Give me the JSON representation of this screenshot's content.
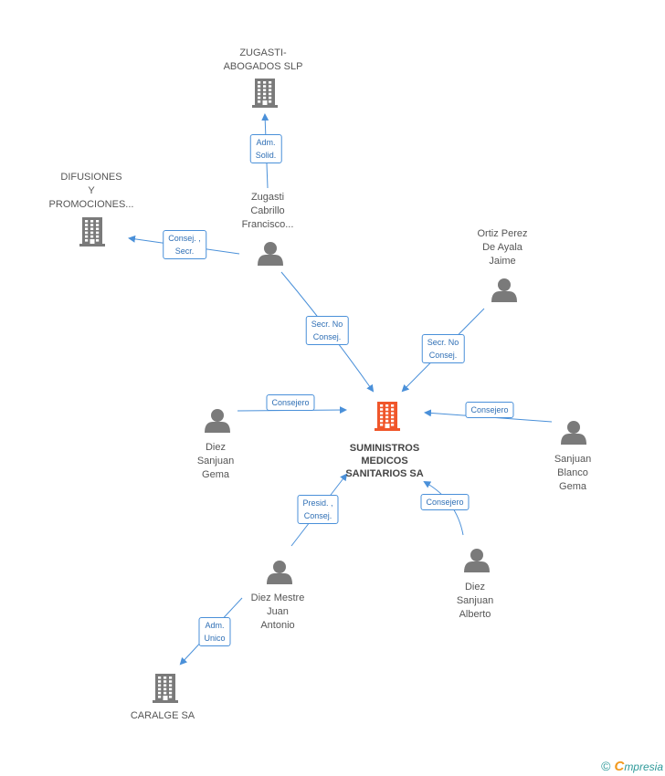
{
  "colors": {
    "edge": "#4a90d9",
    "node_icon": "#7a7a7a",
    "main_icon": "#f0562a"
  },
  "nodes": [
    {
      "id": "main",
      "type": "company",
      "main": true,
      "label": "SUMINISTROS\nMEDICOS\nSANITARIOS SA"
    },
    {
      "id": "zugasti_slp",
      "type": "company",
      "label": "ZUGASTI-\nABOGADOS  SLP"
    },
    {
      "id": "difusiones",
      "type": "company",
      "label": "DIFUSIONES\nY\nPROMOCIONES..."
    },
    {
      "id": "zugasti_p",
      "type": "person",
      "label": "Zugasti\nCabrillo\nFrancisco..."
    },
    {
      "id": "ortiz",
      "type": "person",
      "label": "Ortiz Perez\nDe Ayala\nJaime"
    },
    {
      "id": "diez_gema",
      "type": "person",
      "label": "Diez\nSanjuan\nGema"
    },
    {
      "id": "sanjuan_gema",
      "type": "person",
      "label": "Sanjuan\nBlanco\nGema"
    },
    {
      "id": "diez_mestre",
      "type": "person",
      "label": "Diez Mestre\nJuan\nAntonio"
    },
    {
      "id": "diez_alberto",
      "type": "person",
      "label": "Diez\nSanjuan\nAlberto"
    },
    {
      "id": "caralge",
      "type": "company",
      "label": "CARALGE SA"
    }
  ],
  "edges": [
    {
      "from": "zugasti_p",
      "to": "zugasti_slp",
      "label": "Adm.\nSolid."
    },
    {
      "from": "zugasti_p",
      "to": "difusiones",
      "label": "Consej. ,\nSecr."
    },
    {
      "from": "zugasti_p",
      "to": "main",
      "label": "Secr.  No\nConsej."
    },
    {
      "from": "ortiz",
      "to": "main",
      "label": "Secr.  No\nConsej."
    },
    {
      "from": "diez_gema",
      "to": "main",
      "label": "Consejero"
    },
    {
      "from": "sanjuan_gema",
      "to": "main",
      "label": "Consejero"
    },
    {
      "from": "diez_mestre",
      "to": "main",
      "label": "Presid. ,\nConsej."
    },
    {
      "from": "diez_alberto",
      "to": "main",
      "label": "Consejero"
    },
    {
      "from": "diez_mestre",
      "to": "caralge",
      "label": "Adm.\nUnico"
    }
  ],
  "footer": {
    "copyright": "©",
    "brand_first": "C",
    "brand_rest": "mpresia"
  }
}
